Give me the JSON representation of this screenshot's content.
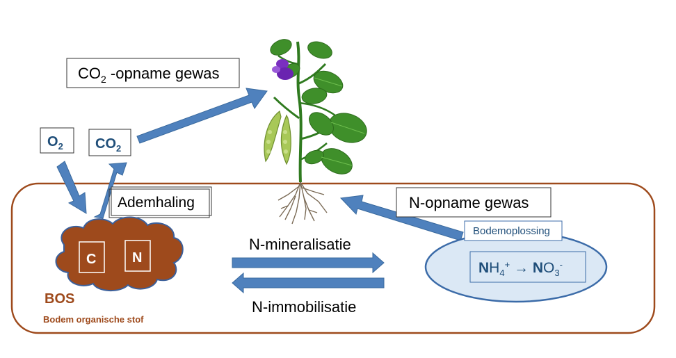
{
  "colors": {
    "soil_border": "#9e4a1c",
    "arrow_fill": "#4f81bd",
    "arrow_stroke": "#3a6a9e",
    "bos_fill": "#9e4a1c",
    "bos_stroke": "#3b5f9a",
    "bos_text": "#9e4a1c",
    "solution_fill": "#dbe8f5",
    "solution_stroke": "#3b6ba8",
    "box_text_dark": "#1f4e79",
    "leaf": "#3f8f2a",
    "stem": "#2f7a1f",
    "flower": "#7a2fc0",
    "pod": "#a8c858",
    "root": "#7a6a55"
  },
  "labels": {
    "co2_uptake": {
      "main": "CO",
      "sub": "2",
      "rest": " -opname gewas"
    },
    "o2": {
      "main": "O",
      "sub": "2"
    },
    "co2": {
      "main": "CO",
      "sub": "2"
    },
    "respiration": "Ademhaling",
    "n_uptake": "N-opname gewas",
    "soil_solution": "Bodemoplossing",
    "mineralization": "N-mineralisatie",
    "immobilization": "N-immobilisatie",
    "bos_short": "BOS",
    "bos_long": "Bodem organische stof",
    "c": "C",
    "n": "N"
  },
  "formula": {
    "n1": "N",
    "h": "H",
    "sub4": "4",
    "plus": "+",
    "arrow": "→",
    "n2": "N",
    "o": "O",
    "sub3": "3",
    "minus": "-"
  },
  "icons": [
    "plant-icon",
    "root-icon",
    "arrow-icon"
  ]
}
